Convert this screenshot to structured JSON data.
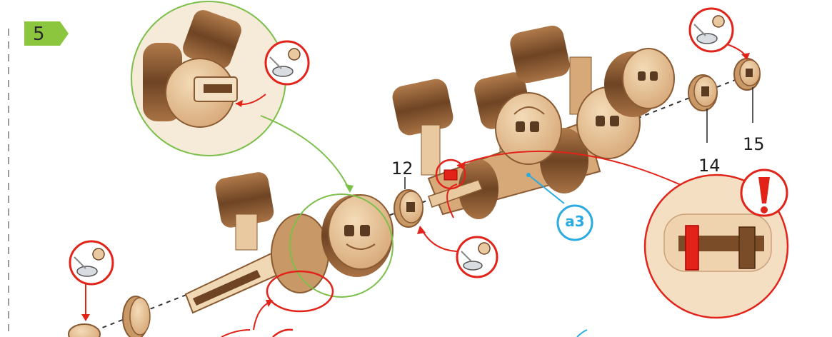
{
  "step": {
    "number": "5"
  },
  "parts": {
    "p12": "12",
    "p14": "14",
    "p15": "15"
  },
  "callouts": {
    "a3": "a3"
  },
  "icons": [
    "wax-lubricant-icon",
    "warning-exclamation-icon"
  ],
  "colors": {
    "badge": "#8cc63f",
    "callout_green": "#7cbf4a",
    "callout_red": "#e2231a",
    "label_blue": "#29abe2",
    "wood": "#e9c9a0",
    "wood_dark": "#8a5a32"
  }
}
